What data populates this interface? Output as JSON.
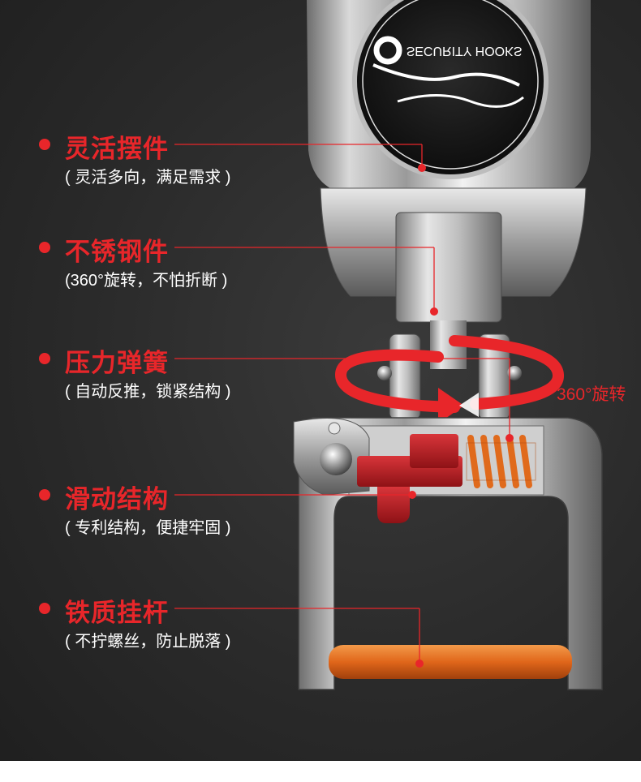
{
  "logo": {
    "text": "SECURITY HOOKS"
  },
  "features": [
    {
      "title": "灵活摆件",
      "subtitle": "( 灵活多向，满足需求 )"
    },
    {
      "title": "不锈钢件",
      "subtitle": "(360°旋转，不怕折断 )"
    },
    {
      "title": "压力弹簧",
      "subtitle": "( 自动反推，锁紧结构 )"
    },
    {
      "title": "滑动结构",
      "subtitle": "( 专利结构，便捷牢固 )"
    },
    {
      "title": "铁质挂杆",
      "subtitle": "( 不拧螺丝，防止脱落 )"
    }
  ],
  "rotation_label": "360°旋转",
  "colors": {
    "accent": "#e8262a",
    "spring": "#e06a1c",
    "background": "#2a2a2a"
  }
}
